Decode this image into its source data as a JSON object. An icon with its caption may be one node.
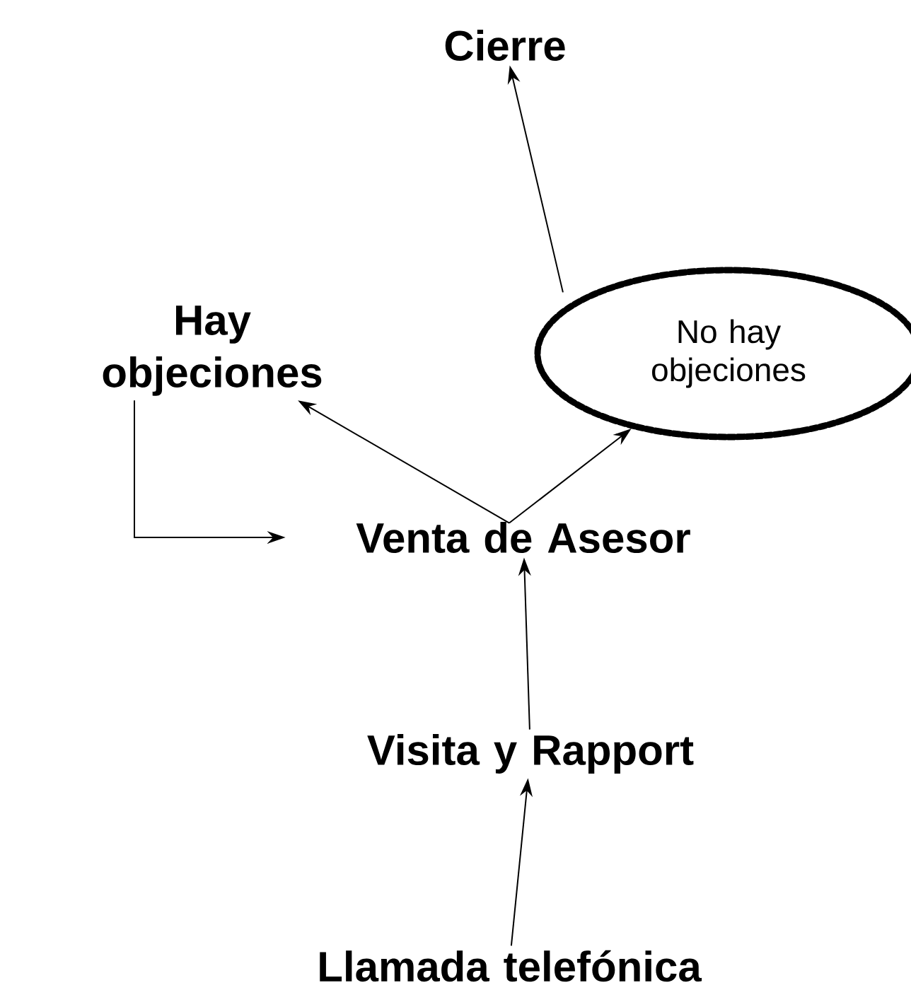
{
  "diagram": {
    "nodes": [
      {
        "text": [
          "Cierre"
        ]
      },
      {
        "text": [
          "Hay objeciones"
        ]
      },
      {
        "text": [
          "No hay objeciones"
        ]
      },
      {
        "text": [
          "Venta de Asesor"
        ]
      },
      {
        "text": [
          "Visita y Rapport"
        ]
      },
      {
        "text": [
          "Llamada telefónica"
        ]
      }
    ],
    "edges": [
      {
        "from": 5,
        "to": 4,
        "arrow": "to"
      },
      {
        "from": 4,
        "to": 3,
        "arrow": "to"
      },
      {
        "from": 3,
        "to": 1,
        "arrow": "to"
      },
      {
        "from": 3,
        "to": 2,
        "arrow": "to"
      },
      {
        "from": 2,
        "to": 0,
        "arrow": "to"
      },
      {
        "from": 1,
        "to": 3,
        "arrow": "to"
      }
    ]
  }
}
